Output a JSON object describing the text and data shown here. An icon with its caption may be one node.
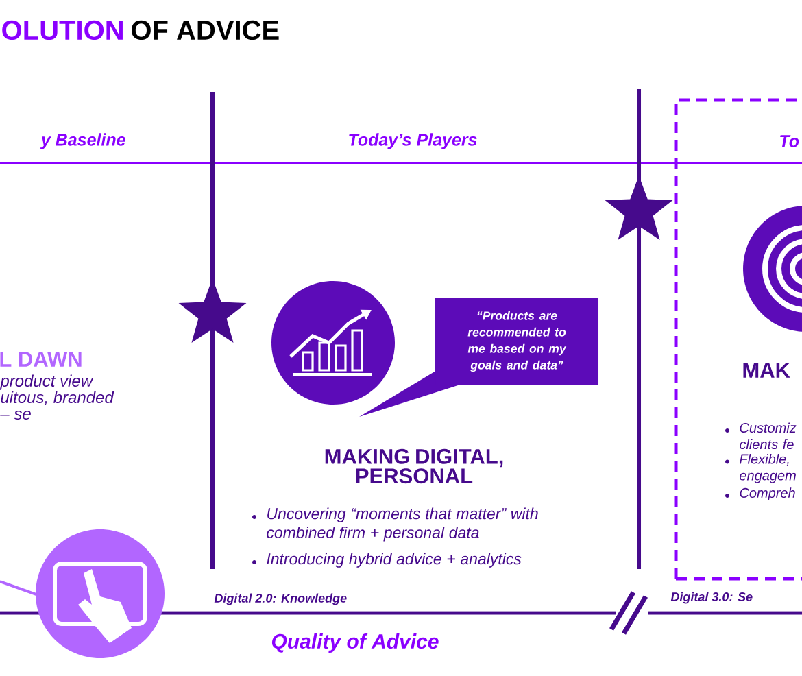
{
  "diagram": {
    "title": "OLUTION",
    "nodes": [
      {
        "text": [],
        "shape": "circle"
      },
      {
        "text": [],
        "shape": "circle"
      },
      {
        "text": [
          "“Products are recommended to me based on my goals and data”"
        ]
      },
      {
        "text": [
          "To",
          "MAK",
          "Customiz clients fe",
          "Flexible, engagem",
          "Compreh"
        ]
      },
      {
        "text": [],
        "shape": "circle"
      }
    ],
    "labels": [
      "OF ADVICE",
      "y Baseline",
      "Today’s Players",
      "L DAWN",
      "product view uitous, branded – se",
      "MAKING DIGITAL, PERSONAL",
      "Uncovering “moments that matter” with combined firm + personal data",
      "Introducing hybrid advice + analytics",
      "Digital 2.0: Knowledge",
      "Digital 3.0: Se",
      "Quality of Advice"
    ]
  }
}
